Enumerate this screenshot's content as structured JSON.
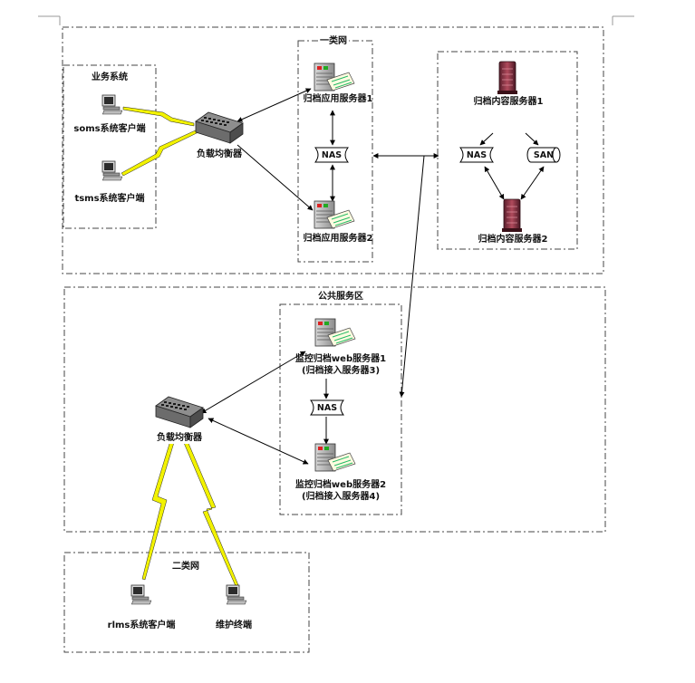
{
  "zones": {
    "class1": {
      "title": "一类网",
      "business_system": {
        "title": "业务系统",
        "clients": [
          "soms系统客户端",
          "tsms系统客户端"
        ]
      },
      "load_balancer": "负载均衡器",
      "app_servers": [
        "归档应用服务器1",
        "归档应用服务器2"
      ],
      "app_storage": "NAS",
      "content_servers": [
        "归档内容服务器1",
        "归档内容服务器2"
      ],
      "content_storage": [
        "NAS",
        "SAN"
      ]
    },
    "public": {
      "title": "公共服务区",
      "load_balancer": "负载均衡器",
      "web_servers": [
        {
          "line1": "监控归档web服务器1",
          "line2": "(归档接入服务器3)"
        },
        {
          "line1": "监控归档web服务器2",
          "line2": "(归档接入服务器4)"
        }
      ],
      "storage": "NAS"
    },
    "class2": {
      "title": "二类网",
      "clients": [
        "rlms系统客户端",
        "维护终端"
      ]
    }
  },
  "colors": {
    "zone_border": "#444444",
    "lightning": "#f2f200",
    "connector": "#000000",
    "content_server": "#8a3545"
  },
  "icons": [
    "computer-icon",
    "switch-icon",
    "server-icon",
    "storage-icon",
    "rack-server-icon",
    "lightning-icon"
  ]
}
